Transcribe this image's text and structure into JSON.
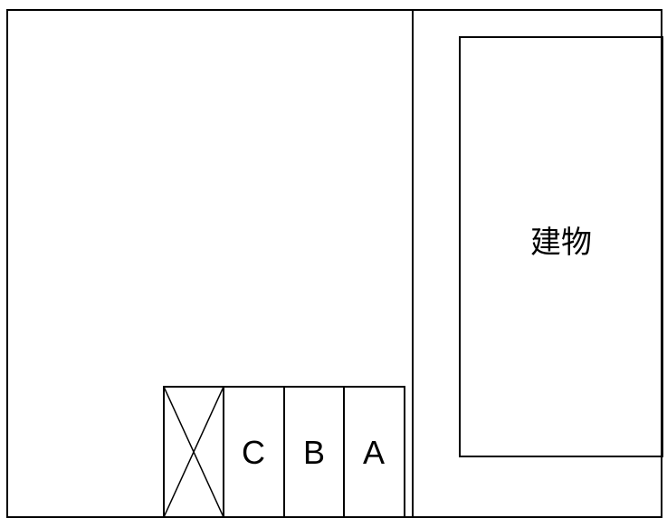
{
  "diagram": {
    "building": {
      "label": "建物"
    },
    "parking_slots": [
      {
        "label": "",
        "status": "unavailable"
      },
      {
        "label": "C",
        "status": "available"
      },
      {
        "label": "B",
        "status": "available"
      },
      {
        "label": "A",
        "status": "available"
      }
    ],
    "colors": {
      "stroke": "#000000",
      "background": "#ffffff"
    }
  }
}
